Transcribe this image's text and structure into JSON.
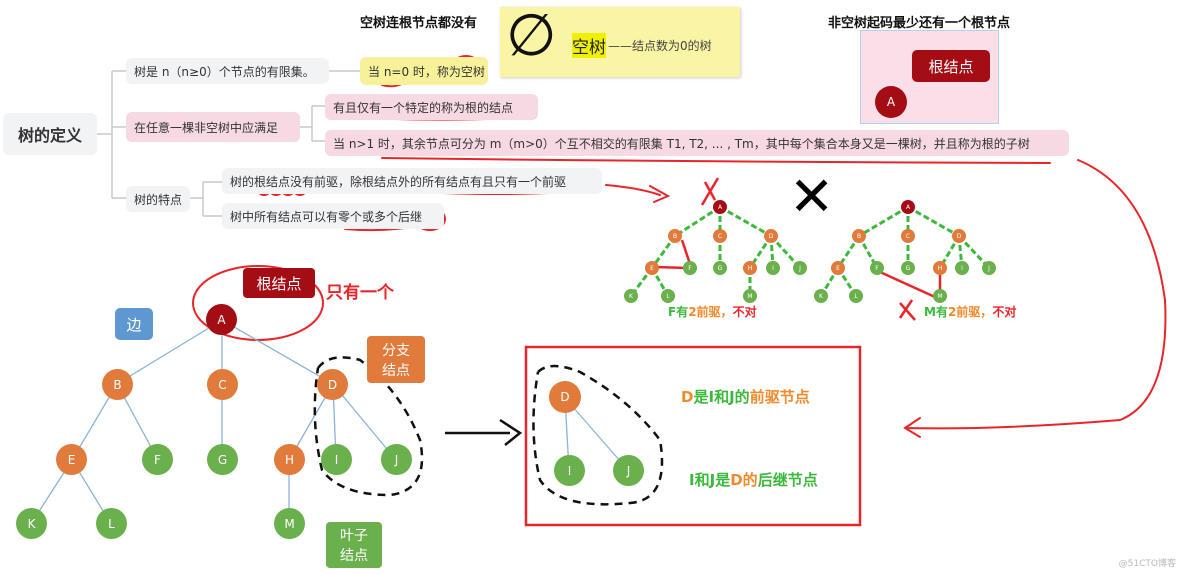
{
  "mindmap": {
    "root": "树的定义",
    "branch1": {
      "label": "树是 n（n≥0）个节点的有限集。",
      "child": "当 n=0 时，称为空树"
    },
    "branch2": {
      "label": "在任意一棵非空树中应满足",
      "children": [
        "有且仅有一个特定的称为根的结点",
        "当 n>1 时，其余节点可分为 m（m>0）个互不相交的有限集 T1, T2, ... , Tm，其中每个集合本身又是一棵树，并且称为根的子树"
      ]
    },
    "branch3": {
      "label": "树的特点",
      "children": [
        "树的根结点没有前驱，除根结点外的所有结点有且只有一个前驱",
        "树中所有结点可以有零个或多个后继"
      ]
    }
  },
  "empty_tree": {
    "heading": "空树连根节点都没有",
    "symbol": "∅",
    "term": "空树",
    "desc": "——结点数为0的树"
  },
  "nonempty_tree": {
    "heading": "非空树起码最少还有一个根节点",
    "bubble": "根结点",
    "node": "A"
  },
  "wrong_examples": {
    "left_caption": {
      "part1": "F有",
      "part2": "2前驱，",
      "part3": "不对"
    },
    "right_caption": {
      "part1": "M有",
      "part2": "2前驱，",
      "part3": "不对"
    },
    "big_x": "✕",
    "cross_mark": "✗"
  },
  "main_tree": {
    "nodes": {
      "A": "A",
      "B": "B",
      "C": "C",
      "D": "D",
      "E": "E",
      "F": "F",
      "G": "G",
      "H": "H",
      "I": "I",
      "J": "J",
      "K": "K",
      "L": "L",
      "M": "M"
    },
    "root_bubble": "根结点",
    "root_note": "只有一个",
    "edge_bubble": "边",
    "branch_bubble": [
      "分支",
      "结点"
    ],
    "leaf_bubble": [
      "叶子",
      "结点"
    ]
  },
  "subtree_box": {
    "nodes": {
      "D": "D",
      "I": "I",
      "J": "J"
    },
    "line1": {
      "a": "D",
      "b": "是",
      "c": "I",
      "d": "和",
      "e": "J",
      "f": "的",
      "g": "前驱节点"
    },
    "line2": {
      "a": "I",
      "b": "和",
      "c": "J",
      "d": "是",
      "e": "D",
      "f": "的",
      "g": "后继节点"
    }
  },
  "colors": {
    "root": "#a50d14",
    "branch": "#e07b3c",
    "leaf": "#6ab04c",
    "edge": "#8ab4d8",
    "annotation": "#e8262a",
    "green_text": "#3cb83c",
    "orange_text": "#f08a2c"
  },
  "watermark": "@51CTO博客"
}
